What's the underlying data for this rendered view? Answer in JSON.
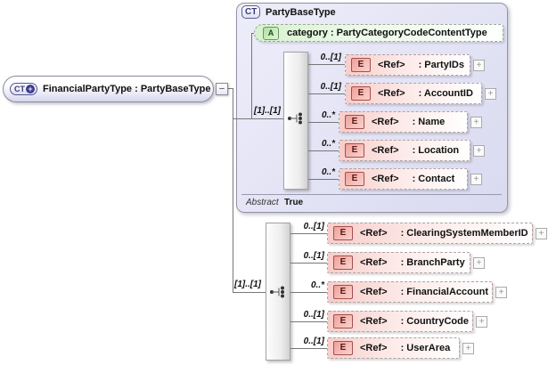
{
  "icons": {
    "ct": "CT",
    "attribute": "A",
    "element": "E",
    "plus": "+",
    "collapse": "−",
    "expand": "+"
  },
  "colors": {
    "container_fill": "#e4e4f6",
    "container_border": "#9494a8",
    "element_pink": "#f7cdc9",
    "attribute_green": "#d7f2cf",
    "icon_navy": "#3c3c8c",
    "element_icon_red": "#a34f4f"
  },
  "root": {
    "label": "FinancialPartyType : PartyBaseType"
  },
  "base": {
    "title": "PartyBaseType",
    "attribute": {
      "label": "category : PartyCategoryCodeContentType"
    },
    "cardinality": "[1]..[1]",
    "elements": [
      {
        "cardinality": "0..[1]",
        "ref": "<Ref>",
        "name": ": PartyIDs"
      },
      {
        "cardinality": "0..[1]",
        "ref": "<Ref>",
        "name": ": AccountID"
      },
      {
        "cardinality": "0..*",
        "ref": "<Ref>",
        "name": ": Name"
      },
      {
        "cardinality": "0..*",
        "ref": "<Ref>",
        "name": ": Location"
      },
      {
        "cardinality": "0..*",
        "ref": "<Ref>",
        "name": ": Contact"
      }
    ],
    "footer_key": "Abstract",
    "footer_value": "True"
  },
  "extension": {
    "cardinality": "[1]..[1]",
    "elements": [
      {
        "cardinality": "0..[1]",
        "ref": "<Ref>",
        "name": ": ClearingSystemMemberID"
      },
      {
        "cardinality": "0..[1]",
        "ref": "<Ref>",
        "name": ": BranchParty"
      },
      {
        "cardinality": "0..*",
        "ref": "<Ref>",
        "name": ": FinancialAccount"
      },
      {
        "cardinality": "0..[1]",
        "ref": "<Ref>",
        "name": ": CountryCode"
      },
      {
        "cardinality": "0..[1]",
        "ref": "<Ref>",
        "name": ": UserArea"
      }
    ]
  }
}
